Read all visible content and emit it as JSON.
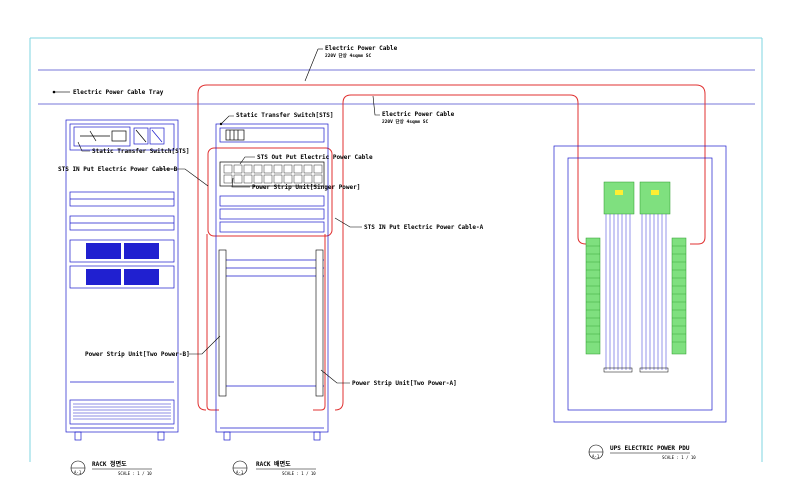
{
  "colors": {
    "frame": "#7fd6e0",
    "equipment": "#1a1acc",
    "cable": "#e03030",
    "breaker": "#33cc33",
    "highlight": "#ffee33",
    "text": "#000000"
  },
  "labels": {
    "cable_top": "Electric Power Cable",
    "cable_top_spec": "220V 단상 4sqmm SC",
    "cable_tray": "Electric Power Cable Tray",
    "cable_mid": "Electric Power Cable",
    "cable_mid_spec": "220V 단상 4sqmm SC",
    "sts_top": "Static Transfer Switch[STS]",
    "sts_left": "Static Transfer Switch[STS]",
    "sts_in_b": "STS IN Put Electric Power Cable-B",
    "sts_out": "STS Out Put Electric Power Cable",
    "psu_single": "Power Strip Unit[Singer Power]",
    "sts_in_a": "STS IN Put Electric Power Cable-A",
    "psu_two_b": "Power Strip Unit[Two Power-B]",
    "psu_two_a": "Power Strip Unit[Two Power-A]"
  },
  "titles": {
    "front_tag": "A-1",
    "front_title": "RACK 정면도",
    "front_scale": "SCALE : 1 / 10",
    "back_tag": "A-1",
    "back_title": "RACK 배면도",
    "back_scale": "SCALE : 1 / 10",
    "pdu_tag": "A-1",
    "pdu_title": "UPS ELECTRIC POWER PDU",
    "pdu_scale": "SCALE : 1 / 10"
  }
}
